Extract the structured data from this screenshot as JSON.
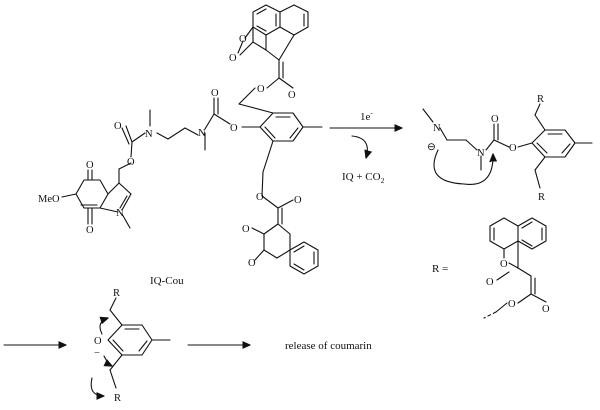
{
  "labels": {
    "compound_name": "IQ-Cou",
    "step1_reagent": "1e",
    "step1_reagent_sup": "-",
    "byproduct_main": "IQ + CO",
    "byproduct_sub": "2",
    "release_text": "release of coumarin",
    "r_definition": "R ="
  },
  "atoms": {
    "O": "O",
    "N": "N",
    "R": "R",
    "MeO": "MeO",
    "O_minus": "O",
    "minus": "−",
    "minus_circle": "⊖"
  }
}
